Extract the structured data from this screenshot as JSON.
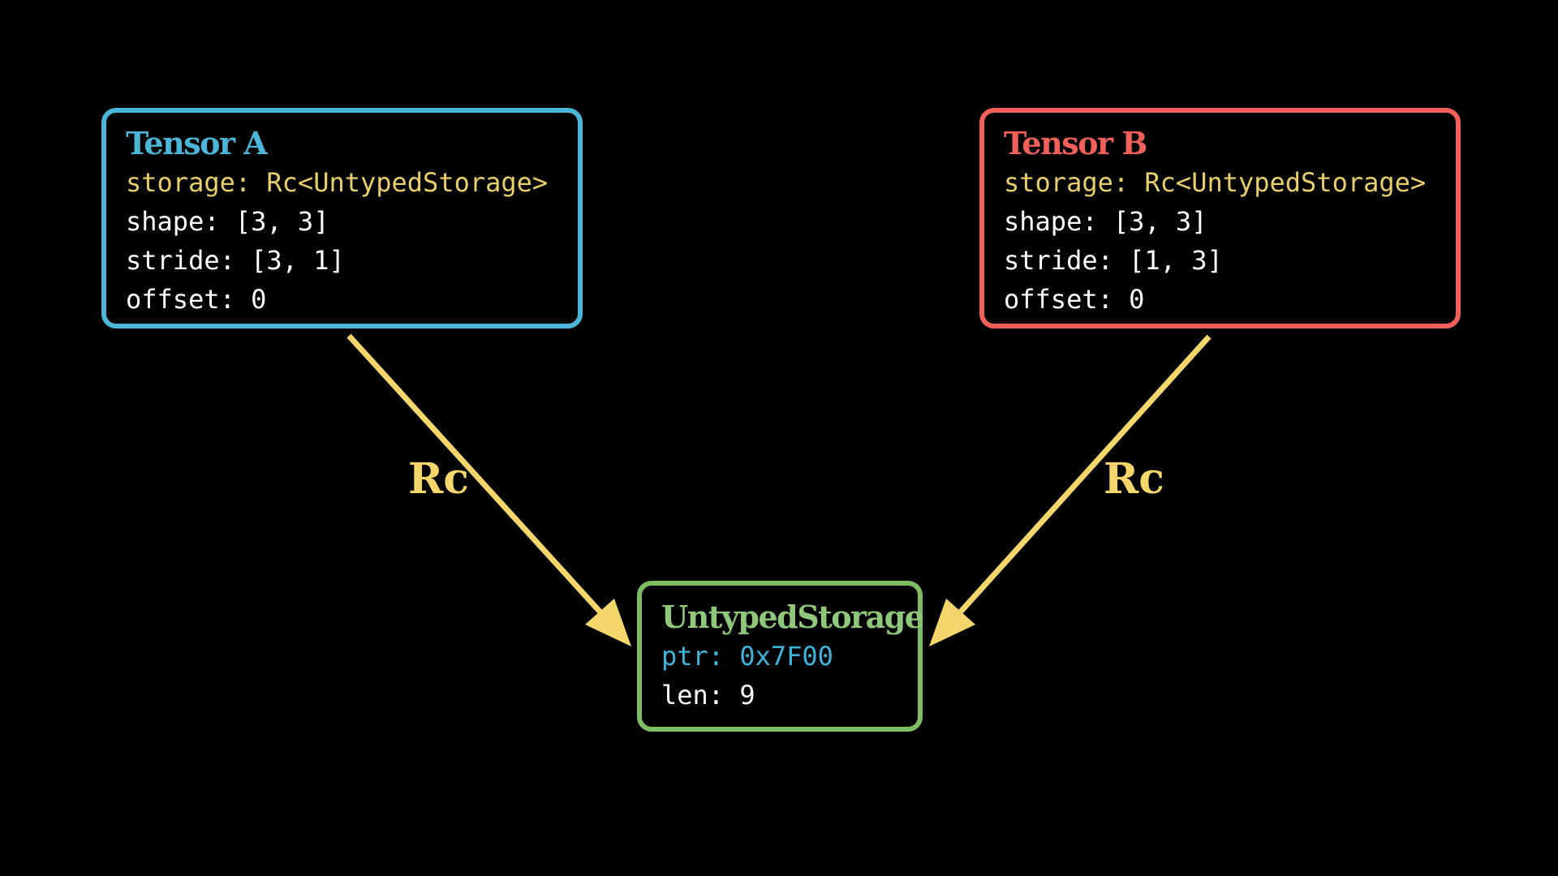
{
  "colors": {
    "background": "#000000",
    "tensor_a_accent": "#4cb6d8",
    "tensor_b_accent": "#f2605a",
    "storage_border": "#7ebd63",
    "storage_title": "#8fc87a",
    "field_storage_text": "#e9cf6b",
    "pointer_text": "#3db4da",
    "plain_text": "#ffffff",
    "arrow": "#f5d66b"
  },
  "nodes": {
    "tensor_a": {
      "title": "Tensor A",
      "lines": [
        {
          "text": "storage: Rc<UntypedStorage>"
        },
        {
          "text": "shape: [3, 3]"
        },
        {
          "text": "stride: [3, 1]"
        },
        {
          "text": "offset: 0"
        }
      ]
    },
    "tensor_b": {
      "title": "Tensor B",
      "lines": [
        {
          "text": "storage: Rc<UntypedStorage>"
        },
        {
          "text": "shape: [3, 3]"
        },
        {
          "text": "stride: [1, 3]"
        },
        {
          "text": "offset: 0"
        }
      ]
    },
    "untyped_storage": {
      "title": "UntypedStorage",
      "lines": [
        {
          "text": "ptr: 0x7F00"
        },
        {
          "text": "len: 9"
        }
      ]
    }
  },
  "edges": [
    {
      "label": "Rc",
      "from": "tensor_a",
      "to": "untyped_storage"
    },
    {
      "label": "Rc",
      "from": "tensor_b",
      "to": "untyped_storage"
    }
  ]
}
